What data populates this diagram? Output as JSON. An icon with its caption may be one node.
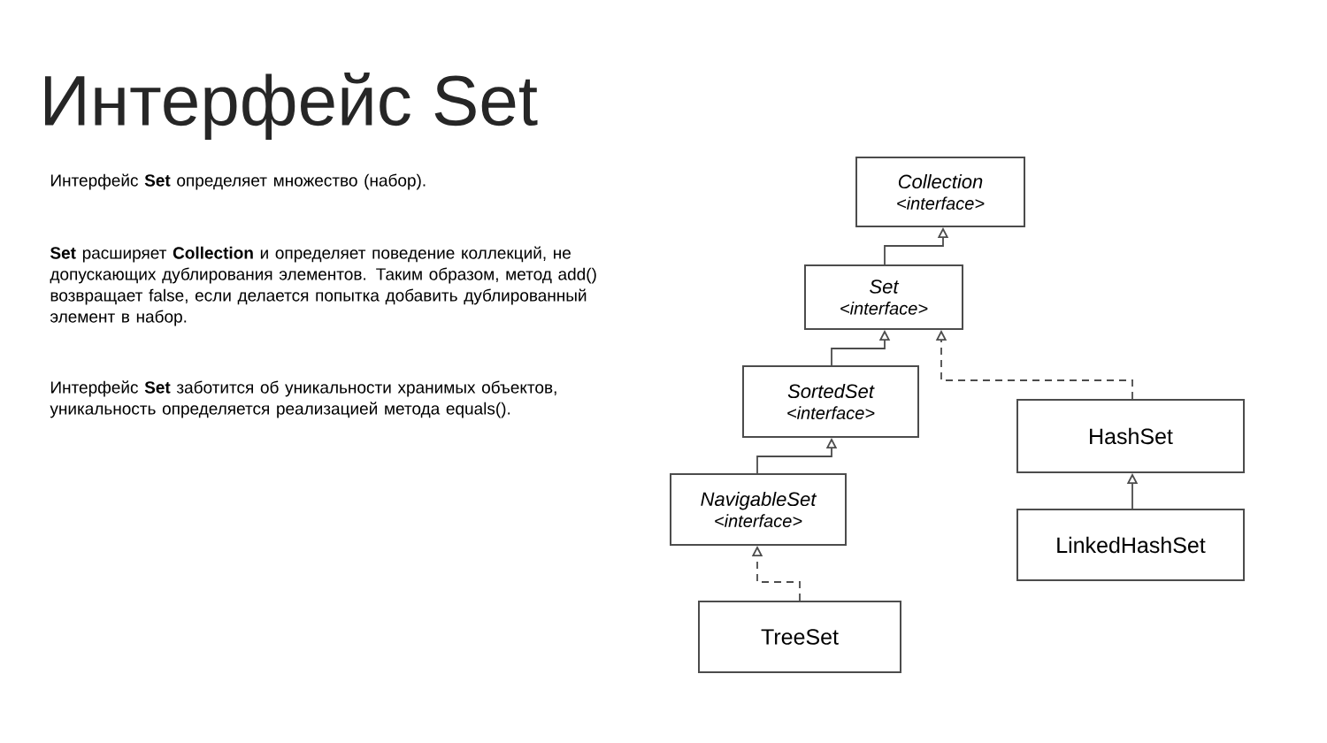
{
  "diagram": {
    "title": "Интерфейс Set",
    "nodes": [
      {
        "text": [
          "Collection",
          "<interface>"
        ]
      },
      {
        "text": [
          "Set",
          "<interface>"
        ]
      },
      {
        "text": [
          "SortedSet",
          "<interface>"
        ]
      },
      {
        "text": [
          "HashSet"
        ]
      },
      {
        "text": [
          "NavigableSet",
          "<interface>"
        ]
      },
      {
        "text": [
          "LinkedHashSet"
        ]
      },
      {
        "text": [
          "TreeSet"
        ]
      }
    ],
    "edges": [
      {
        "from": 1,
        "to": 0,
        "arrow": "to"
      },
      {
        "from": 2,
        "to": 1,
        "arrow": "to"
      },
      {
        "from": 3,
        "to": 1,
        "arrow": "to",
        "style": "dashed"
      },
      {
        "from": 4,
        "to": 2,
        "arrow": "to"
      },
      {
        "from": 5,
        "to": 3,
        "arrow": "to"
      },
      {
        "from": 6,
        "to": 4,
        "arrow": "to",
        "style": "dashed"
      }
    ],
    "labels": [
      "Интерфейс **Set** определяет множество (набор).",
      "**Set** расширяет **Collection** и определяет поведение коллекций, не допускающих дублирования элементов. Таким образом, метод add() возвращает false, если делается попытка добавить дублированный элемент в набор.",
      "Интерфейс **Set** заботится об уникальности хранимых объектов, уникальность определяется реализацией метода equals()."
    ]
  }
}
